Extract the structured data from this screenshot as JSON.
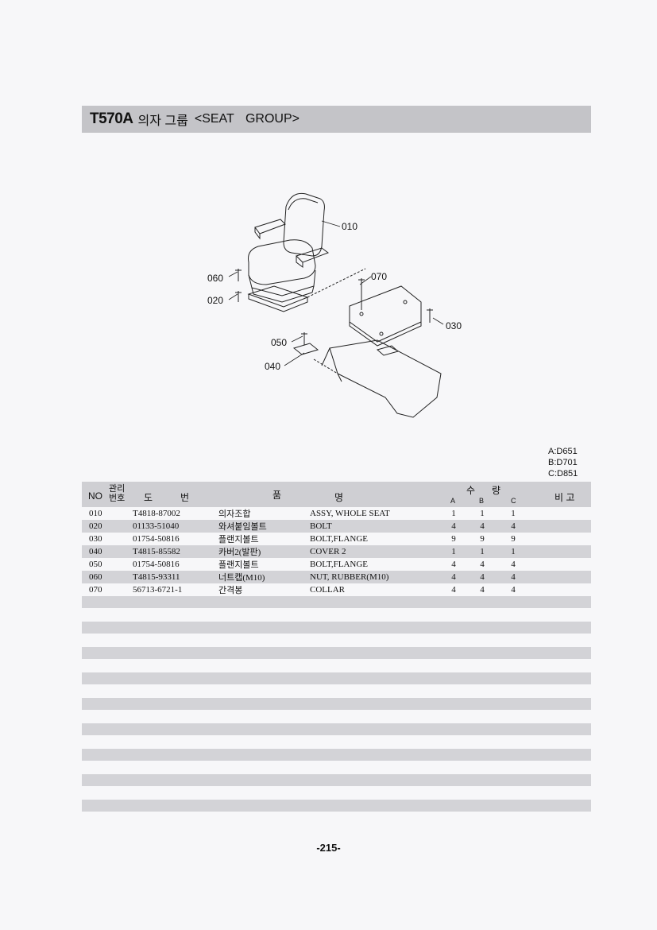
{
  "header": {
    "model": "T570A",
    "group_korean": "의자 그룹",
    "group_english": "<SEAT  GROUP>"
  },
  "diagram": {
    "callouts": [
      "010",
      "060",
      "020",
      "070",
      "030",
      "050",
      "040"
    ]
  },
  "variants": [
    "A:D651",
    "B:D701",
    "C:D851"
  ],
  "table": {
    "headers": {
      "no": "NO",
      "mgmt_top": "관리",
      "mgmt_bottom": "번호",
      "drawing_1": "도",
      "drawing_2": "번",
      "name_1": "품",
      "name_2": "명",
      "qty_1": "수",
      "qty_2": "량",
      "qty_a": "A",
      "qty_b": "B",
      "qty_c": "C",
      "remarks": "비 고"
    },
    "rows": [
      {
        "no": "010",
        "part": "T4818-87002",
        "kor": "의자조합",
        "eng": "ASSY, WHOLE SEAT",
        "a": "1",
        "b": "1",
        "c": "1"
      },
      {
        "no": "020",
        "part": "01133-51040",
        "kor": "와셔붙임볼트",
        "eng": "BOLT",
        "a": "4",
        "b": "4",
        "c": "4"
      },
      {
        "no": "030",
        "part": "01754-50816",
        "kor": "플랜지볼트",
        "eng": "BOLT,FLANGE",
        "a": "9",
        "b": "9",
        "c": "9"
      },
      {
        "no": "040",
        "part": "T4815-85582",
        "kor": "카버2(발판)",
        "eng": "COVER 2",
        "a": "1",
        "b": "1",
        "c": "1"
      },
      {
        "no": "050",
        "part": "01754-50816",
        "kor": "플랜지볼트",
        "eng": "BOLT,FLANGE",
        "a": "4",
        "b": "4",
        "c": "4"
      },
      {
        "no": "060",
        "part": "T4815-93311",
        "kor": "너트캡(M10)",
        "eng": "NUT, RUBBER(M10)",
        "a": "4",
        "b": "4",
        "c": "4"
      },
      {
        "no": "070",
        "part": "56713-6721-1",
        "kor": "간격봉",
        "eng": "COLLAR",
        "a": "4",
        "b": "4",
        "c": "4"
      }
    ]
  },
  "footer": {
    "page": "-215-"
  }
}
